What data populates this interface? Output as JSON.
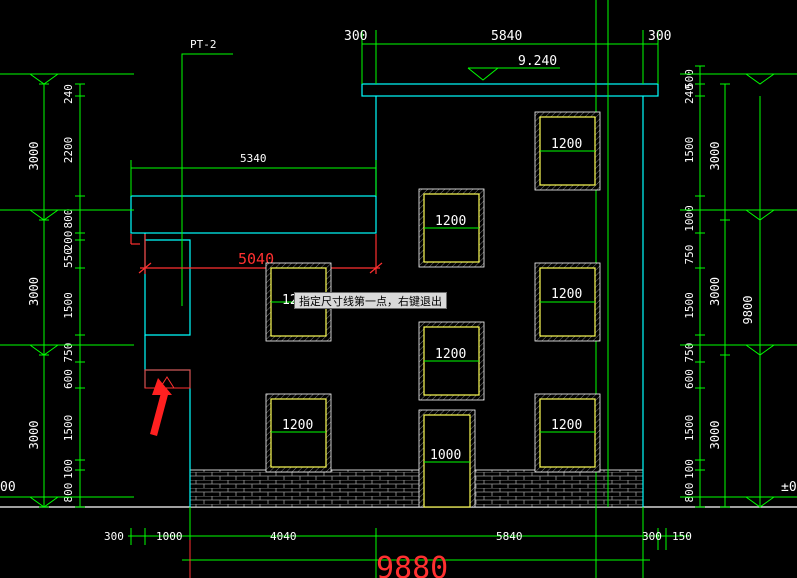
{
  "labels": {
    "pt": "PT-2",
    "top_300_left": "300",
    "top_5840": "5840",
    "top_300_right": "300",
    "elev_9240": "9.240",
    "dim_5340": "5340",
    "dim_5040": "5040",
    "win_1200_r1": "1200",
    "win_1200_c_top": "1200",
    "win_12_partial": "12",
    "win_1200_r2": "1200",
    "win_1200_c_mid": "1200",
    "win_1200_l_bot": "1200",
    "win_1200_r3": "1200",
    "door_1000": "1000",
    "b_300": "300",
    "b_1000": "1000",
    "b_4040": "4040",
    "b_5840": "5840",
    "b_300_r": "300",
    "b_150": "150",
    "b_9880": "9880"
  },
  "left_dims": {
    "outer": [
      "3000",
      "3000",
      "3000"
    ],
    "inner": [
      "240",
      "2200",
      "800",
      "200",
      "550",
      "1500",
      "750",
      "600",
      "1500",
      "100",
      "800"
    ]
  },
  "right_dims": {
    "inner": [
      "500",
      "240",
      "1500",
      "1000",
      "750",
      "1500",
      "750",
      "600",
      "1500",
      "100",
      "800"
    ],
    "mid": [
      "3000",
      "3000",
      "3000"
    ],
    "total": "9800"
  },
  "edge_labels": {
    "left_zero": "00",
    "right_zero": "±0"
  },
  "tooltip": {
    "text": "指定尺寸线第一点，右键退出"
  },
  "colors": {
    "background": "#000000",
    "green": "#00ff00",
    "cyan": "#00ffff",
    "yellow": "#ffff55",
    "red": "#ff3030",
    "white": "#ffffff",
    "arrow": "#ff2020"
  }
}
